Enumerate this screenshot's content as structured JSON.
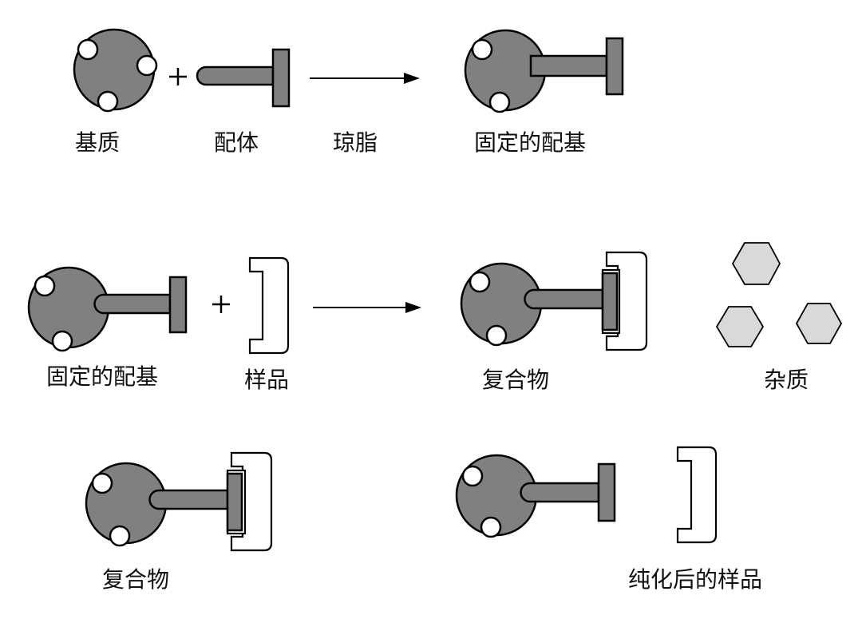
{
  "labels": {
    "matrix": "基质",
    "ligand": "配体",
    "agarose": "琼脂",
    "fixed_ligand_1": "固定的配基",
    "fixed_ligand_2": "固定的配基",
    "sample": "样品",
    "complex_1": "复合物",
    "impurities": "杂质",
    "complex_2": "复合物",
    "purified_sample": "纯化后的样品"
  },
  "colors": {
    "dark_fill": "#808080",
    "impurity_fill": "#d9d9d9",
    "outline": "#000000"
  }
}
